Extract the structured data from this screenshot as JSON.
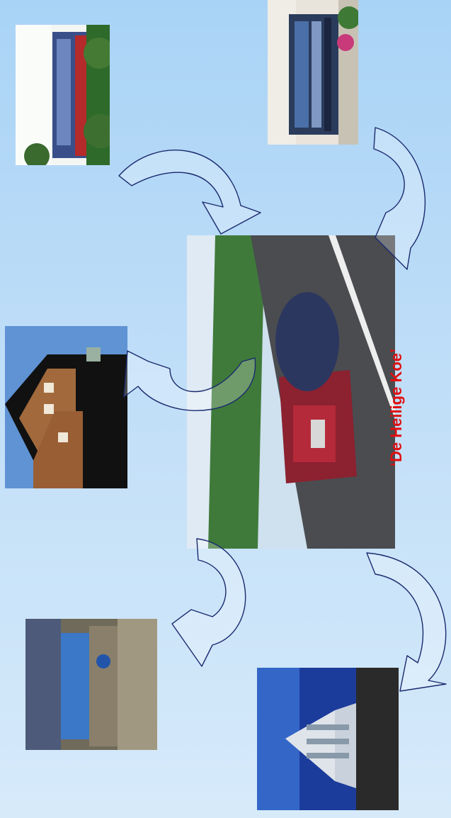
{
  "caption": "‘De Heilige Koe’",
  "colors": {
    "background_top": "#a9d3f6",
    "background_bottom": "#d6eafa",
    "caption": "#e01010",
    "arrow_stroke": "#1a2a6e",
    "arrow_fill": "#ffffff"
  },
  "images": [
    {
      "name": "photo-office-building-red",
      "depicts": "modern office building with red facade and trees"
    },
    {
      "name": "photo-car-dealership",
      "depicts": "car dealership storefront"
    },
    {
      "name": "photo-car-on-road",
      "depicts": "red car driving on mountain road"
    },
    {
      "name": "photo-brick-houses",
      "depicts": "brick houses with pointed roofs"
    },
    {
      "name": "photo-shop-interior",
      "depicts": "brightly lit shop interior"
    },
    {
      "name": "photo-glass-building",
      "depicts": "glass office building against blue sky"
    }
  ]
}
